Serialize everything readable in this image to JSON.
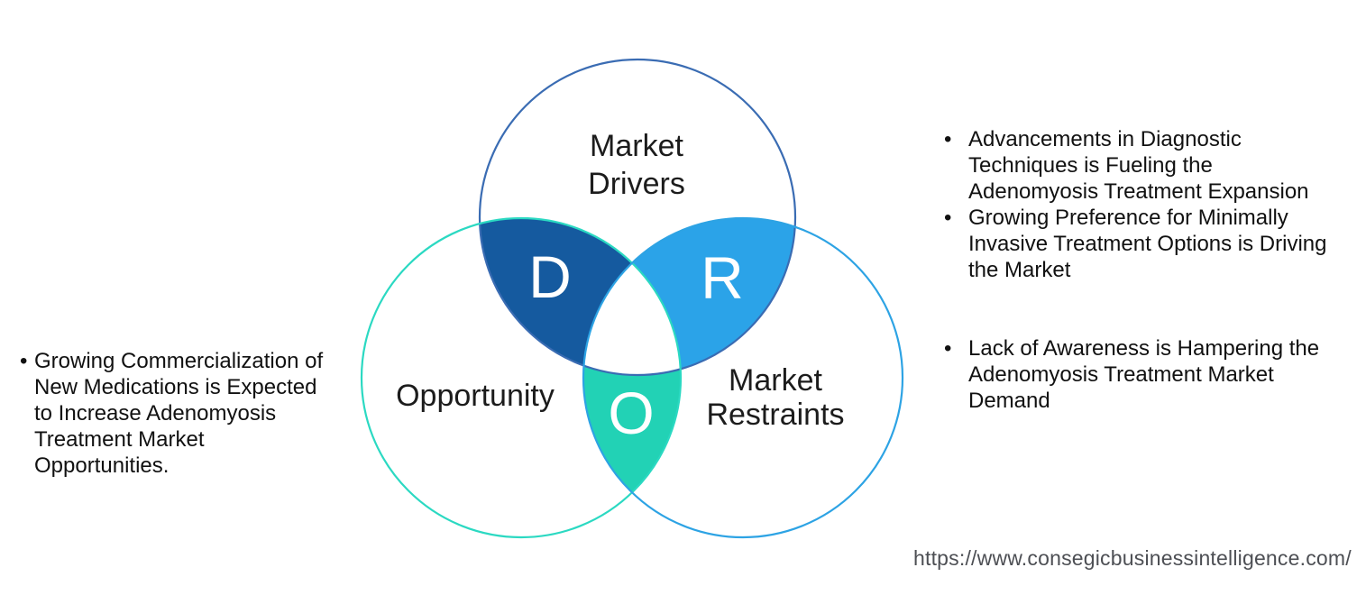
{
  "bullet_char": "•",
  "venn": {
    "drivers": {
      "label_line1": "Market",
      "label_line2": "Drivers",
      "letter": "D",
      "circle_color": "#3a6cb3",
      "overlap_fill": "#155a9f"
    },
    "opportunity": {
      "label": "Opportunity",
      "letter": "O",
      "circle_color": "#2bd9c2",
      "overlap_fill": "#22d2b5"
    },
    "restraints": {
      "label_line1": "Market",
      "label_line2": "Restraints",
      "letter": "R",
      "circle_color": "#2da3e4",
      "overlap_fill": "#2ba3e8"
    }
  },
  "left_panel": {
    "bullets": [
      {
        "text": "Growing Commercialization of\nNew Medications is Expected\nto Increase Adenomyosis\nTreatment Market\nOpportunities."
      }
    ]
  },
  "right_panel": {
    "driver_bullets": [
      {
        "text": "Advancements in Diagnostic\nTechniques is Fueling the\nAdenomyosis Treatment Expansion"
      },
      {
        "text": "Growing Preference for Minimally\nInvasive Treatment Options is Driving\nthe Market"
      }
    ],
    "restraint_bullets": [
      {
        "text": "Lack of Awareness is Hampering the\nAdenomyosis Treatment Market\nDemand"
      }
    ]
  },
  "footer": {
    "url": "https://www.consegicbusinessintelligence.com/"
  }
}
